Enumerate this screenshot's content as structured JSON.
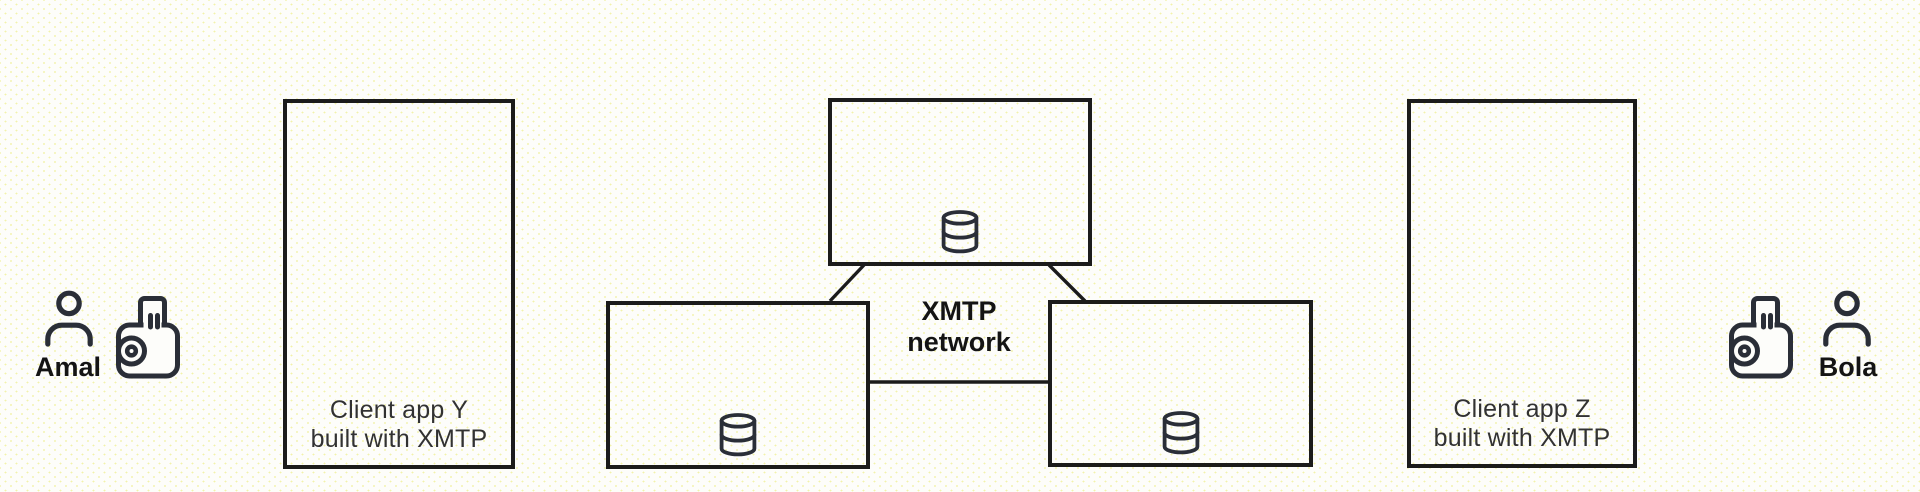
{
  "actors": [
    {
      "label": "Amal",
      "icons": [
        "person-icon",
        "wallet-icon"
      ]
    },
    {
      "label": "Bola",
      "icons": [
        "wallet-icon",
        "person-icon"
      ]
    }
  ],
  "client_apps": [
    {
      "line1": "Client app Y",
      "line2": "built with XMTP"
    },
    {
      "line1": "Client app Z",
      "line2": "built with XMTP"
    }
  ],
  "network": {
    "line1": "XMTP",
    "line2": "network",
    "node_count": 3,
    "node_icon": "database-icon"
  },
  "colors": {
    "background": "#fdfdfa",
    "dot_grid": "#f2f2aa",
    "line": "#1b1b1b",
    "icon_stroke": "#2a2e37",
    "heading_text": "#141414",
    "box_text": "#323232"
  }
}
